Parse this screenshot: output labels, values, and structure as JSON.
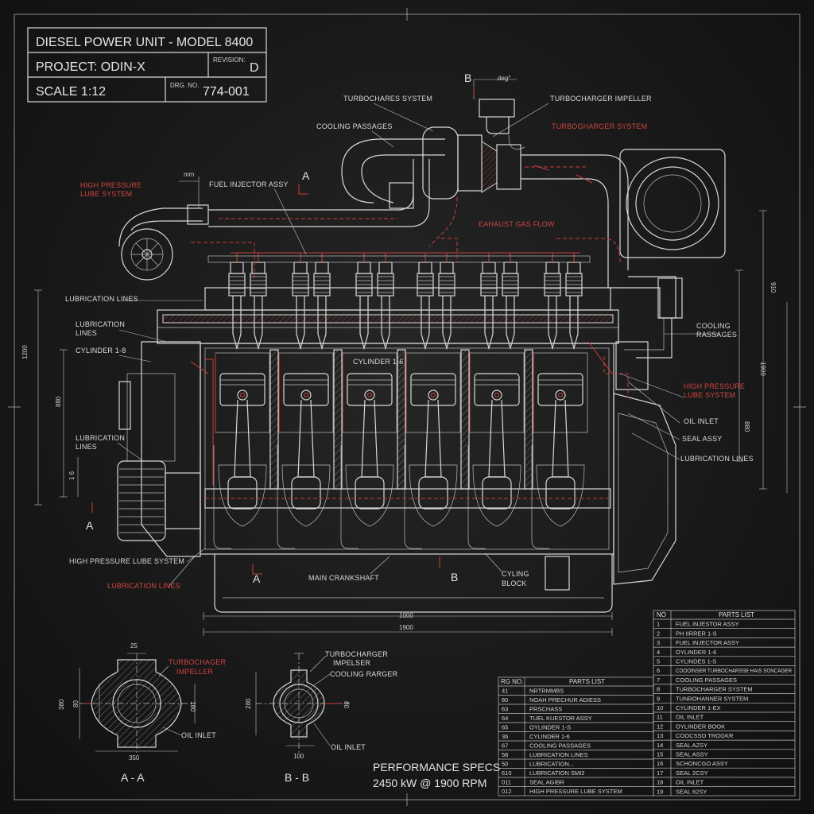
{
  "title_block": {
    "title": "DIESEL POWER UNIT - MODEL 8400",
    "project": "PROJECT: ODIN-X",
    "revision_label": "REVISION:",
    "revision": "D",
    "scale": "SCALE  1:12",
    "drg_label": "DRG. NO.",
    "drg_no": "774-001"
  },
  "labels": {
    "turbo_system_top": "TURBOCHARES SYSTEM",
    "turbo_impeller": "TURBOCHARGER IMPELLER",
    "turbo_system_red": "TURBOGHARGER SYSTEM",
    "cooling_passages_top": "COOLING PASSAGES",
    "high_pressure_lube_left": "HIGH PRESSURE LUBE SYSTEM",
    "fuel_injector": "FUEL INJECTOR ASSY",
    "exhaust_gas_flow": "EAHAUST GAS FLOW",
    "lubrication_lines_1": "LUBRICATION LINES",
    "lubrication_lines_2": "LUBRICATION LINES",
    "cylinder_left": "CYLINDER 1-8",
    "cylinder_center": "CYLINDER 1-6",
    "lubrication_lines_3": "LUBRICATION LINES",
    "cooling_passages_right": "COOLING PASSAGES",
    "high_pressure_lube_right": "HIGH PRESSURE LUBE SYSTEM",
    "oil_inlet_right": "OIL INLET",
    "seal_assy": "SEAL ASSY",
    "lubrication_lines_right": "LUBRICATION LINES",
    "high_pressure_lube_bottom": "HIGH PRESSURE LUBE SYSTEM",
    "lubrication_lines_red": "LUBRICATION LINES",
    "main_crankshaft": "MAIN CRANKSHAFT",
    "cycling_block": "CYLING BLOCK",
    "mm": "mm",
    "deg": "deg°"
  },
  "section_marks": {
    "a": "A",
    "b": "B"
  },
  "dimensions": {
    "d1000": "1000",
    "d1900": "1900",
    "left_1200": "1200",
    "left_880": "880",
    "left_16": "1 6",
    "right_910": "910",
    "right_1900": "1900",
    "right_880": "880",
    "aa_25": "25",
    "aa_380": "380",
    "aa_80": "80",
    "aa_180": "180",
    "aa_350": "350",
    "bb_280": "280",
    "bb_80": "80",
    "bb_100": "100"
  },
  "section_views": {
    "aa_title": "A - A",
    "aa_impeller": "TURBOCHAGER IMPELLER",
    "aa_oil_inlet": "OIL INLET",
    "bb_title": "B - B",
    "bb_turbo": "TURBOCHARGER IMPELSER",
    "bb_cooling": "COOLING RARGER",
    "bb_oil_inlet": "OIL INLET"
  },
  "performance": {
    "title": "PERFORMANCE SPECS",
    "value": "2450 kW @ 1900 RPM"
  },
  "parts_list_right": {
    "col_no": "NO",
    "col_title": "PARTS LIST",
    "rows": [
      {
        "no": "1",
        "name": "FUEL INJESTOR ASSY"
      },
      {
        "no": "2",
        "name": "PH IIRRER 1-S"
      },
      {
        "no": "3",
        "name": "FUEL INJECTOR ASSY"
      },
      {
        "no": "4",
        "name": "OYLINDER 1-6"
      },
      {
        "no": "5",
        "name": "CYLINDES 1-S"
      },
      {
        "no": "6",
        "name": "COOOINSER TURBOCHARSSE HAIS SONCAGER"
      },
      {
        "no": "7",
        "name": "COOLING PASSAGES"
      },
      {
        "no": "8",
        "name": "TURBOCHARGER SYSTEM"
      },
      {
        "no": "9",
        "name": "TUNROHANNER SYSTEM"
      },
      {
        "no": "10",
        "name": "CYLINDER 1-EX"
      },
      {
        "no": "11",
        "name": "OIL INLET"
      },
      {
        "no": "12",
        "name": "OYLINDER BOOK"
      },
      {
        "no": "13",
        "name": "COOCSSO TROGKR"
      },
      {
        "no": "14",
        "name": "SEAL AZSY"
      },
      {
        "no": "15",
        "name": "SEAL ASSY"
      },
      {
        "no": "16",
        "name": "SCHONCGO ASSY"
      },
      {
        "no": "17",
        "name": "SEAL 2CSY"
      },
      {
        "no": "18",
        "name": "OIL INLET"
      },
      {
        "no": "19",
        "name": "SEAL 62SY"
      }
    ]
  },
  "parts_list_left": {
    "col_no": "RG NO.",
    "col_title": "PARTS LIST",
    "rows": [
      {
        "no": "41",
        "name": "NRTRMMBS"
      },
      {
        "no": "80",
        "name": "NOAH PRECHUR ADIESS"
      },
      {
        "no": "63",
        "name": "PRSCHASS"
      },
      {
        "no": "64",
        "name": "TUEL KUESTOR ASSY"
      },
      {
        "no": "65",
        "name": "OYLINDER 1-S"
      },
      {
        "no": "36",
        "name": "CYLINDER 1-6"
      },
      {
        "no": "67",
        "name": "COOLING PASSAGES"
      },
      {
        "no": "58",
        "name": "LUBRICATION LINES"
      },
      {
        "no": "50",
        "name": "LUBRICATION..."
      },
      {
        "no": "610",
        "name": "LUBRICATION SMI2"
      },
      {
        "no": "011",
        "name": "SEAL AGIBR"
      },
      {
        "no": "012",
        "name": "HIGH PRESSURE LUBE SYSTEM"
      }
    ]
  }
}
